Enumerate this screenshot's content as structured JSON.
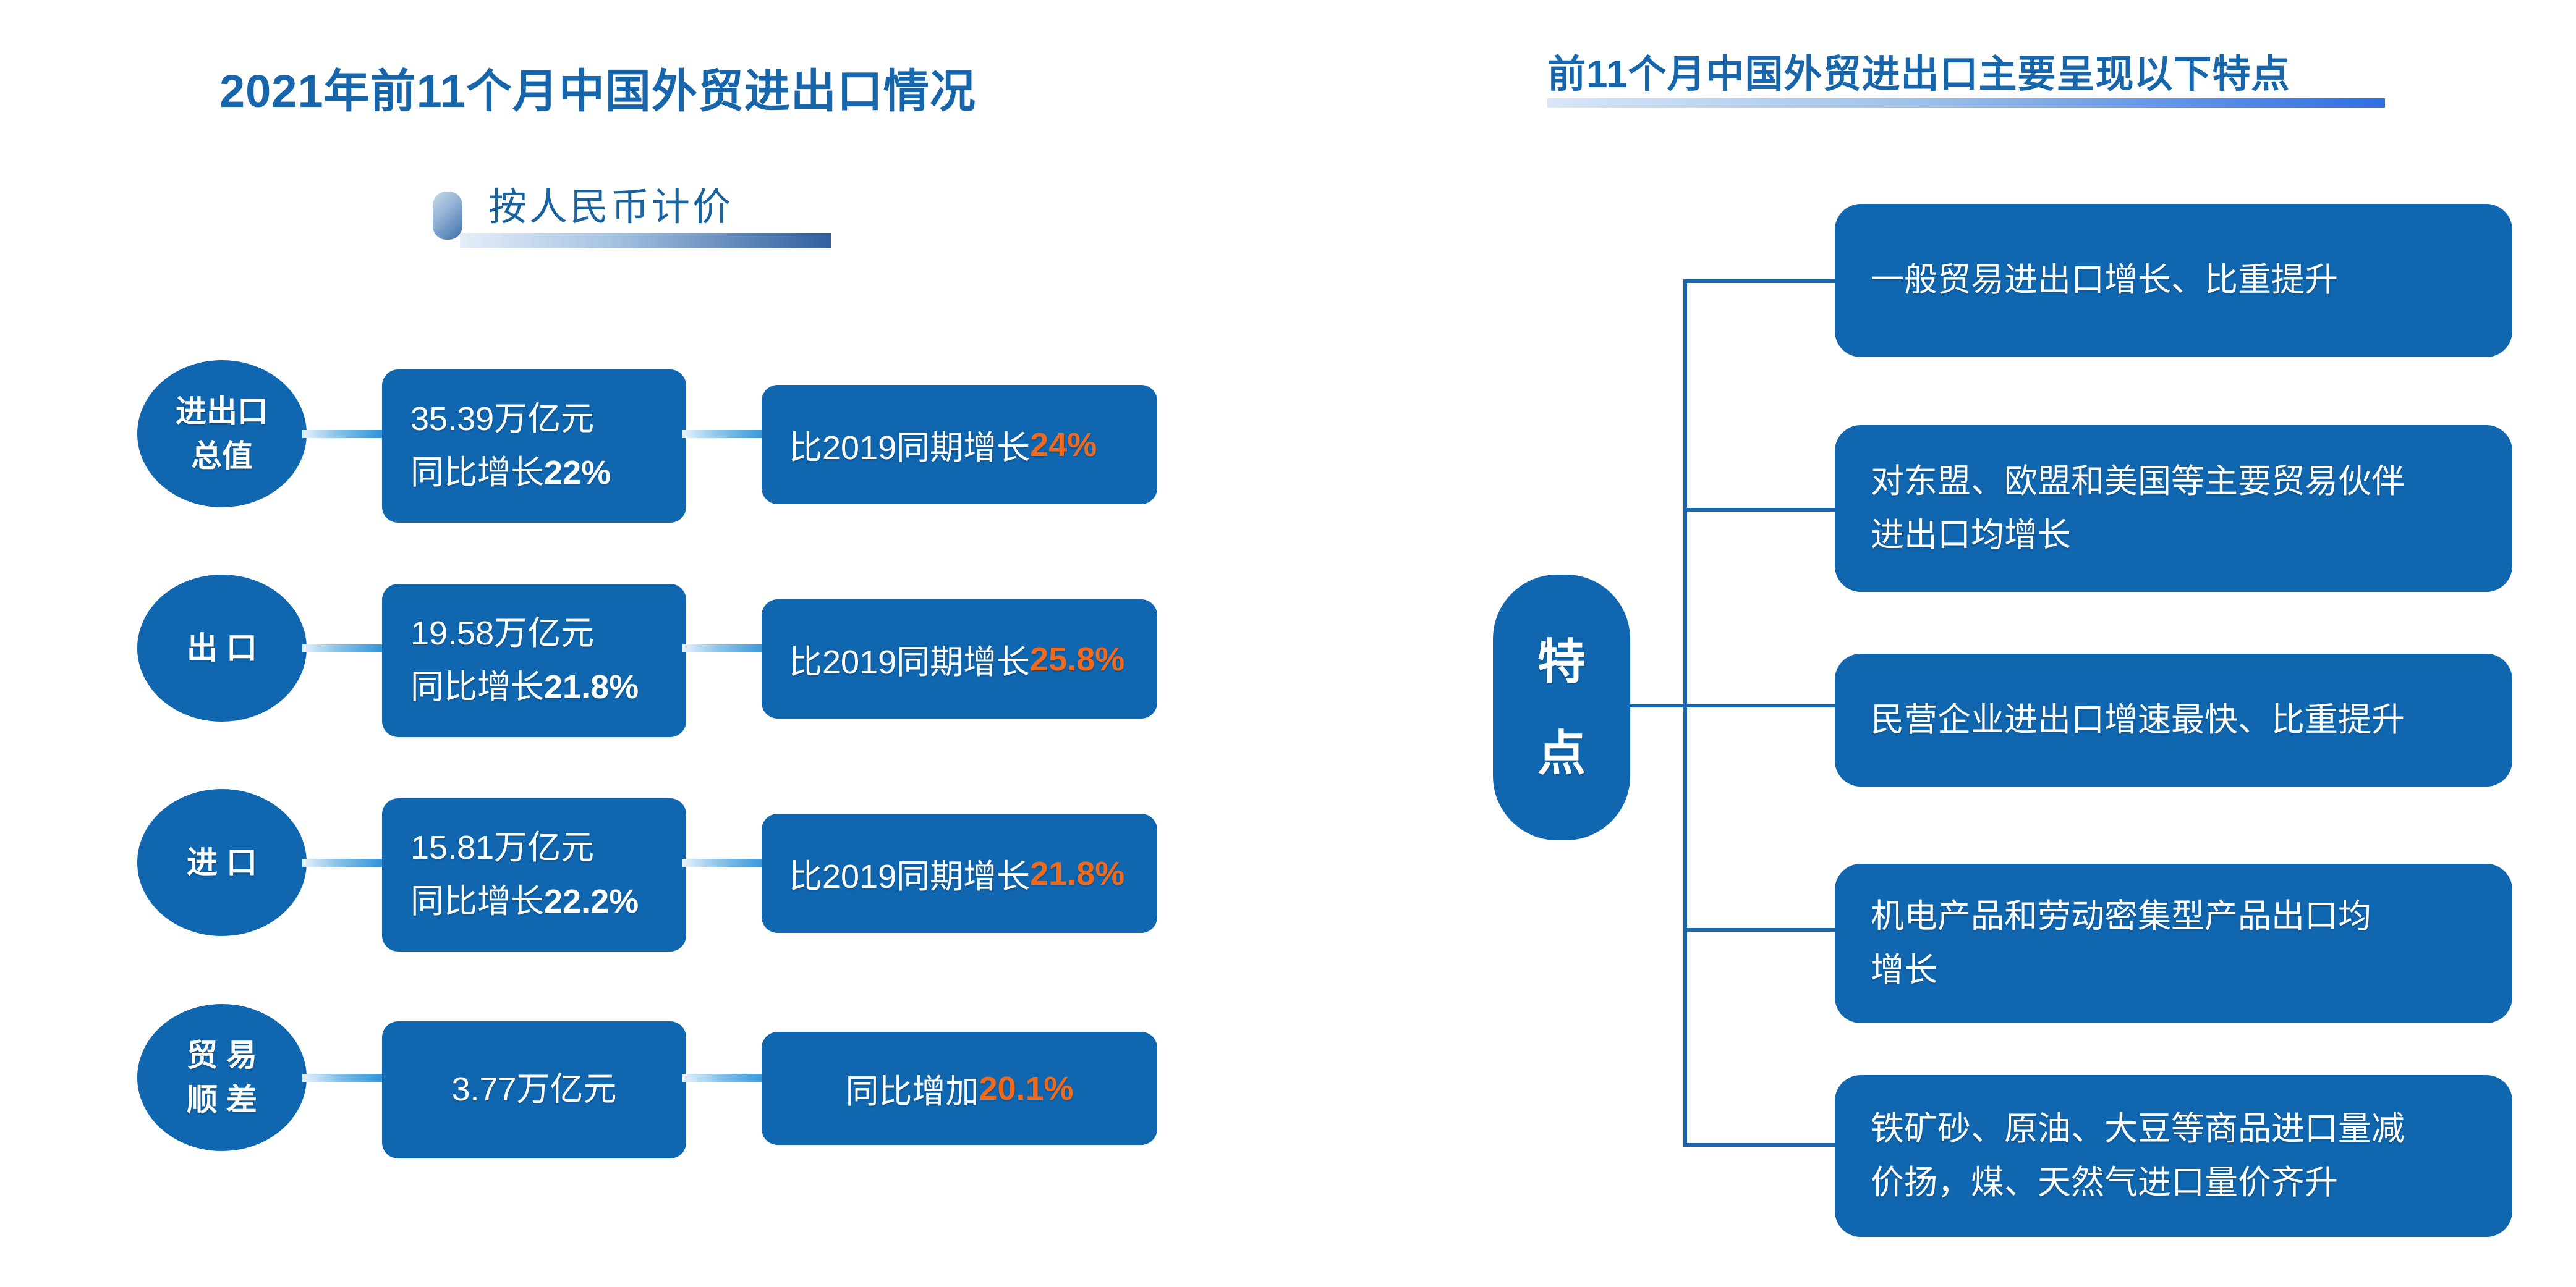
{
  "left_panel": {
    "title": "2021年前11个月中国外贸进出口情况",
    "subtitle": "按人民币计价",
    "subtitle_badge_icon": "rounded-pill-badge",
    "rows": [
      {
        "category_lines": [
          "进出口",
          "总值"
        ],
        "value_lines": [
          "35.39万亿元",
          "同比增长",
          "22%"
        ],
        "compare_prefix": "比2019同期增长",
        "compare_highlight": "24%"
      },
      {
        "category_lines": [
          "出 口"
        ],
        "value_lines": [
          "19.58万亿元",
          "同比增长",
          "21.8%"
        ],
        "compare_prefix": "比2019同期增长",
        "compare_highlight": "25.8%"
      },
      {
        "category_lines": [
          "进 口"
        ],
        "value_lines": [
          "15.81万亿元",
          "同比增长",
          "22.2%"
        ],
        "compare_prefix": "比2019同期增长",
        "compare_highlight": "21.8%"
      },
      {
        "category_lines": [
          "贸 易",
          "顺 差"
        ],
        "value_lines": [
          "3.77万亿元",
          "",
          ""
        ],
        "compare_prefix": "同比增加",
        "compare_highlight": "20.1%"
      }
    ]
  },
  "right_panel": {
    "title": "前11个月中国外贸进出口主要呈现以下特点",
    "hub_lines": [
      "特",
      "点"
    ],
    "features": [
      {
        "lines": [
          "一般贸易进出口增长、比重提升"
        ]
      },
      {
        "lines": [
          "对东盟、欧盟和美国等主要贸易伙伴",
          "进出口均增长"
        ]
      },
      {
        "lines": [
          "民营企业进出口增速最快、比重提升"
        ]
      },
      {
        "lines": [
          "机电产品和劳动密集型产品出口均",
          "增长"
        ]
      },
      {
        "lines": [
          "铁矿砂、原油、大豆等商品进口量减",
          "价扬，煤、天然气进口量价齐升"
        ]
      }
    ]
  },
  "colors": {
    "brand_blue": "#1067b0",
    "title_blue": "#1766ab",
    "highlight_orange": "#ef6a1c",
    "connector_blue": "#2a8fd8",
    "background": "#ffffff"
  }
}
